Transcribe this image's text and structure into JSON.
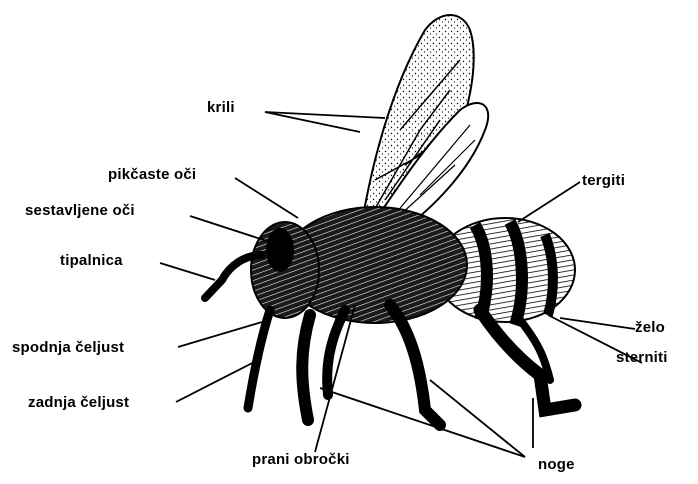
{
  "diagram": {
    "subject": "bee",
    "labels": {
      "krili": "krili",
      "pikcaste_oci": "pikčaste oči",
      "sestavljene_oci": "sestavljene oči",
      "tipalnica": "tipalnica",
      "spodnja_celjust": "spodnja čeljust",
      "zadnja_celjust": "zadnja čeljust",
      "prani_obrocki": "prani obročki",
      "tergiti": "tergiti",
      "zelo": "želo",
      "sterniti": "sterniti",
      "noge": "noge"
    },
    "colors": {
      "ink": "#000000",
      "background": "#ffffff",
      "wing_fill": "#f2f2f2"
    }
  }
}
